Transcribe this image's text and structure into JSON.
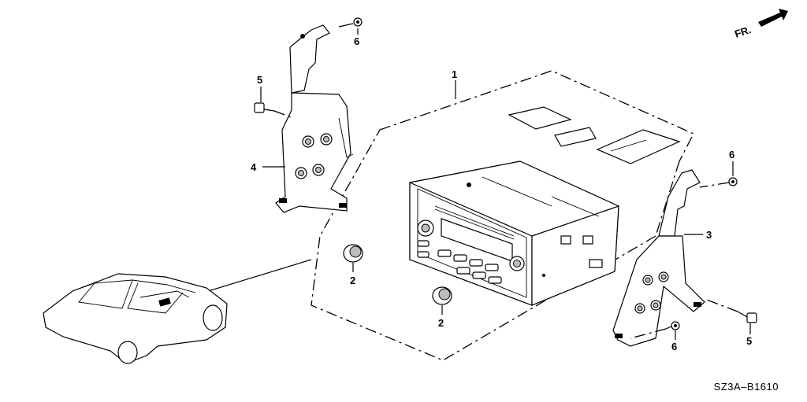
{
  "front_indicator": "FR.",
  "diagram_code": "SZ3A–B1610",
  "callouts": {
    "c1": "1",
    "c2a": "2",
    "c2b": "2",
    "c3": "3",
    "c4": "4",
    "c5a": "5",
    "c5b": "5",
    "c6a": "6",
    "c6b": "6",
    "c6c": "6"
  }
}
